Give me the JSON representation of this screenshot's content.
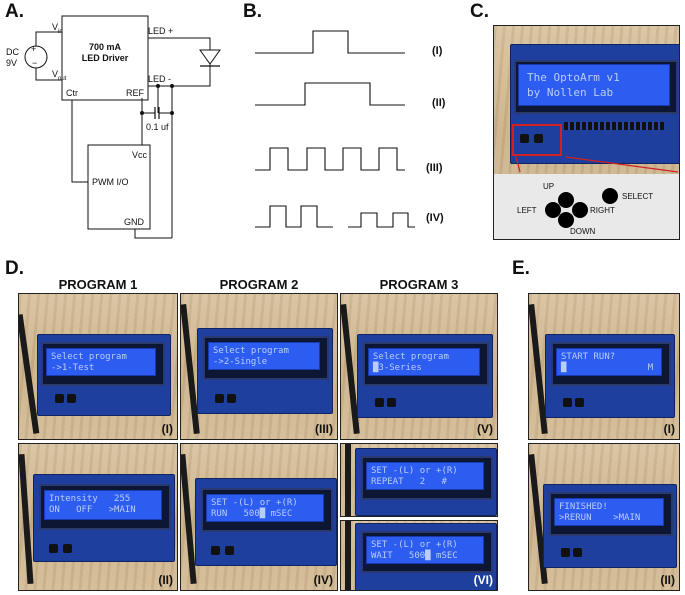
{
  "panel_labels": {
    "a": "A.",
    "b": "B.",
    "c": "C.",
    "d": "D.",
    "e": "E."
  },
  "circuit": {
    "dc_source": "DC",
    "dc_voltage": "9V",
    "plus": "+",
    "minus": "−",
    "driver_title_line1": "700 mA",
    "driver_title_line2": "LED Driver",
    "vin": "V",
    "vin_sub": "in",
    "vout": "V",
    "vout_sub": "out",
    "led_plus": "LED +",
    "led_minus": "LED -",
    "ctr": "Ctr",
    "ref": "REF",
    "capacitor": "0.1 uf",
    "vcc": "Vcc",
    "pwm": "PWM I/O",
    "gnd": "GND"
  },
  "waveforms": {
    "labels": [
      "(I)",
      "(II)",
      "(III)",
      "(IV)"
    ]
  },
  "device_photo": {
    "lcd_line1": "The OptoArm v1",
    "lcd_line2": "by Nollen Lab"
  },
  "keypad": {
    "up": "UP",
    "down": "DOWN",
    "left": "LEFT",
    "right": "RIGHT",
    "select": "SELECT"
  },
  "programs": {
    "p1": "PROGRAM 1",
    "p2": "PROGRAM 2",
    "p3": "PROGRAM 3"
  },
  "screens": {
    "d1_top": {
      "l1": "Select program",
      "l2": "->1-Test",
      "roman": "(I)"
    },
    "d1_bot": {
      "l1": "Intensity   255",
      "l2": "ON   OFF   >MAIN",
      "roman": "(II)"
    },
    "d2_top": {
      "l1": "Select program",
      "l2": "->2-Single",
      "roman": "(III)"
    },
    "d2_bot": {
      "l1": "SET -(L) or +(R)",
      "l2": "RUN   500█ mSEC",
      "roman": "(IV)"
    },
    "d3_top": {
      "l1": "Select program",
      "l2": "█3-Series",
      "roman": "(V)"
    },
    "d3_mid": {
      "l1": "SET -(L) or +(R)",
      "l2": "REPEAT   2   #"
    },
    "d3_bot": {
      "l1": "SET -(L) or +(R)",
      "l2": "WAIT   500█ mSEC",
      "roman": "(VI)"
    },
    "e_top": {
      "l1": "START RUN?",
      "l2": "█               M",
      "roman": "(I)"
    },
    "e_bot": {
      "l1": "FINISHED!",
      "l2": ">RERUN    >MAIN",
      "roman": "(II)"
    }
  }
}
